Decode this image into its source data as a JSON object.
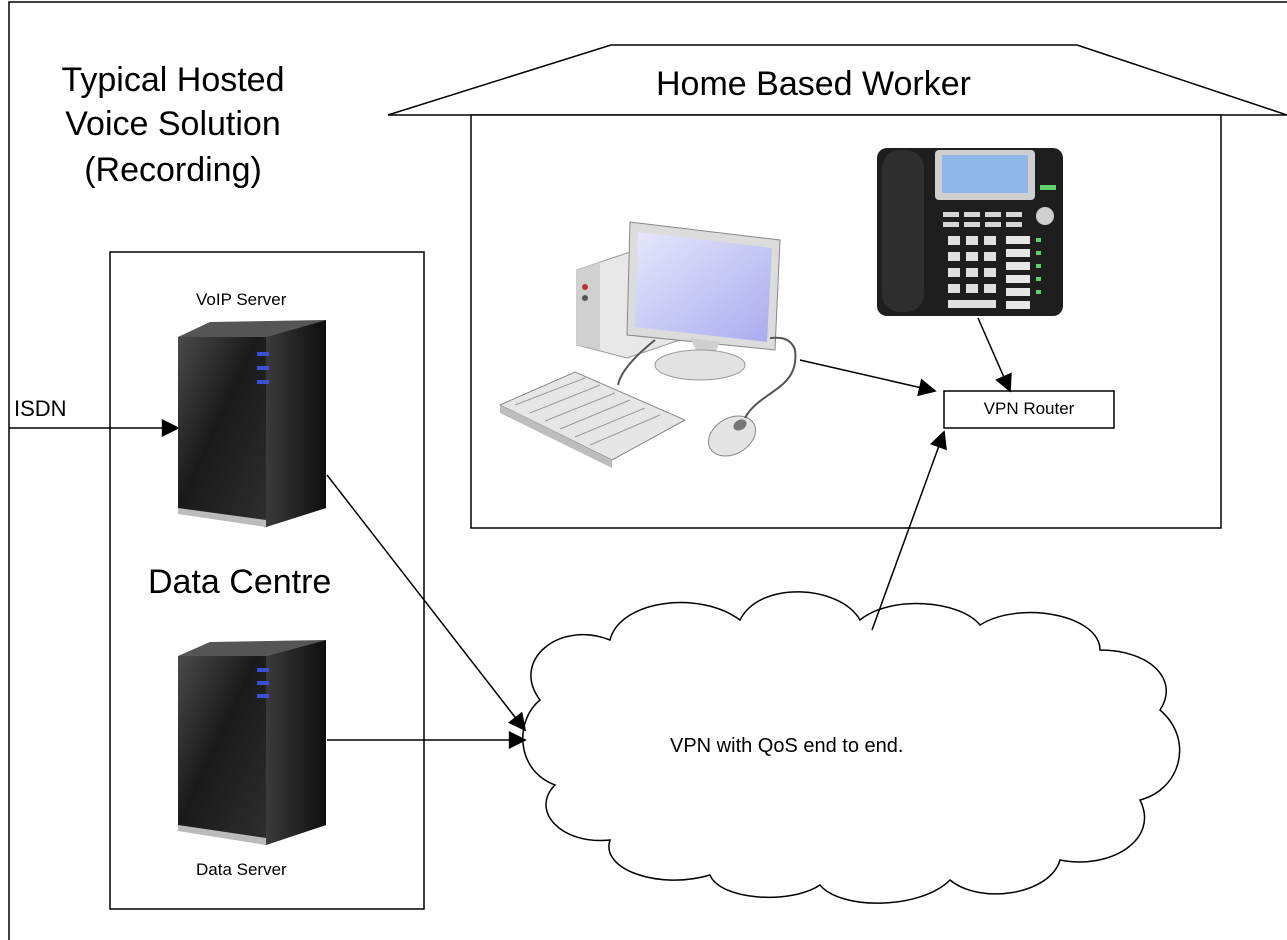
{
  "title": {
    "line1": "Typical Hosted",
    "line2": "Voice Solution",
    "line3": "(Recording)"
  },
  "house": {
    "label": "Home Based Worker"
  },
  "data_centre": {
    "label": "Data Centre",
    "voip_server": "VoIP Server",
    "data_server": "Data Server"
  },
  "isdn": {
    "label": "ISDN"
  },
  "vpn_router": {
    "label": "VPN Router"
  },
  "cloud": {
    "label": "VPN with QoS end to end."
  },
  "colors": {
    "line": "#000000",
    "server_body": "#2a2a2a",
    "server_led": "#3b4fd6",
    "monitor_screen": "#c9ccf5",
    "phone_body": "#1e1e1e",
    "phone_screen": "#8fb6e8"
  }
}
